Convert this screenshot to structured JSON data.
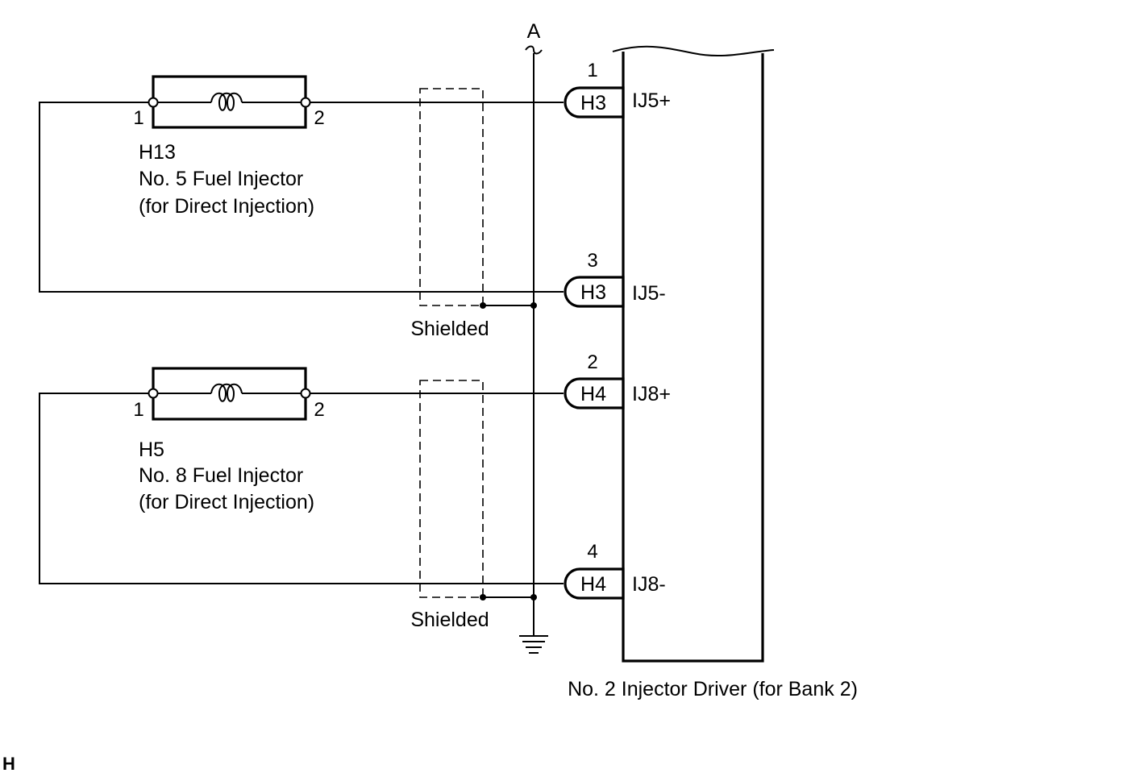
{
  "signal": {
    "label": "A"
  },
  "injectors": [
    {
      "code": "H13",
      "name": "No. 5 Fuel Injector",
      "detail": "(for Direct Injection)",
      "pin_left": "1",
      "pin_right": "2"
    },
    {
      "code": "H5",
      "name": "No. 8 Fuel Injector",
      "detail": "(for Direct Injection)",
      "pin_left": "1",
      "pin_right": "2"
    }
  ],
  "connectors": [
    {
      "pin": "1",
      "code": "H3",
      "terminal": "IJ5+"
    },
    {
      "pin": "3",
      "code": "H3",
      "terminal": "IJ5-"
    },
    {
      "pin": "2",
      "code": "H4",
      "terminal": "IJ8+"
    },
    {
      "pin": "4",
      "code": "H4",
      "terminal": "IJ8-"
    }
  ],
  "shield_label": "Shielded",
  "driver": {
    "name": "No. 2 Injector Driver (for Bank 2)"
  },
  "corner_mark": "H"
}
